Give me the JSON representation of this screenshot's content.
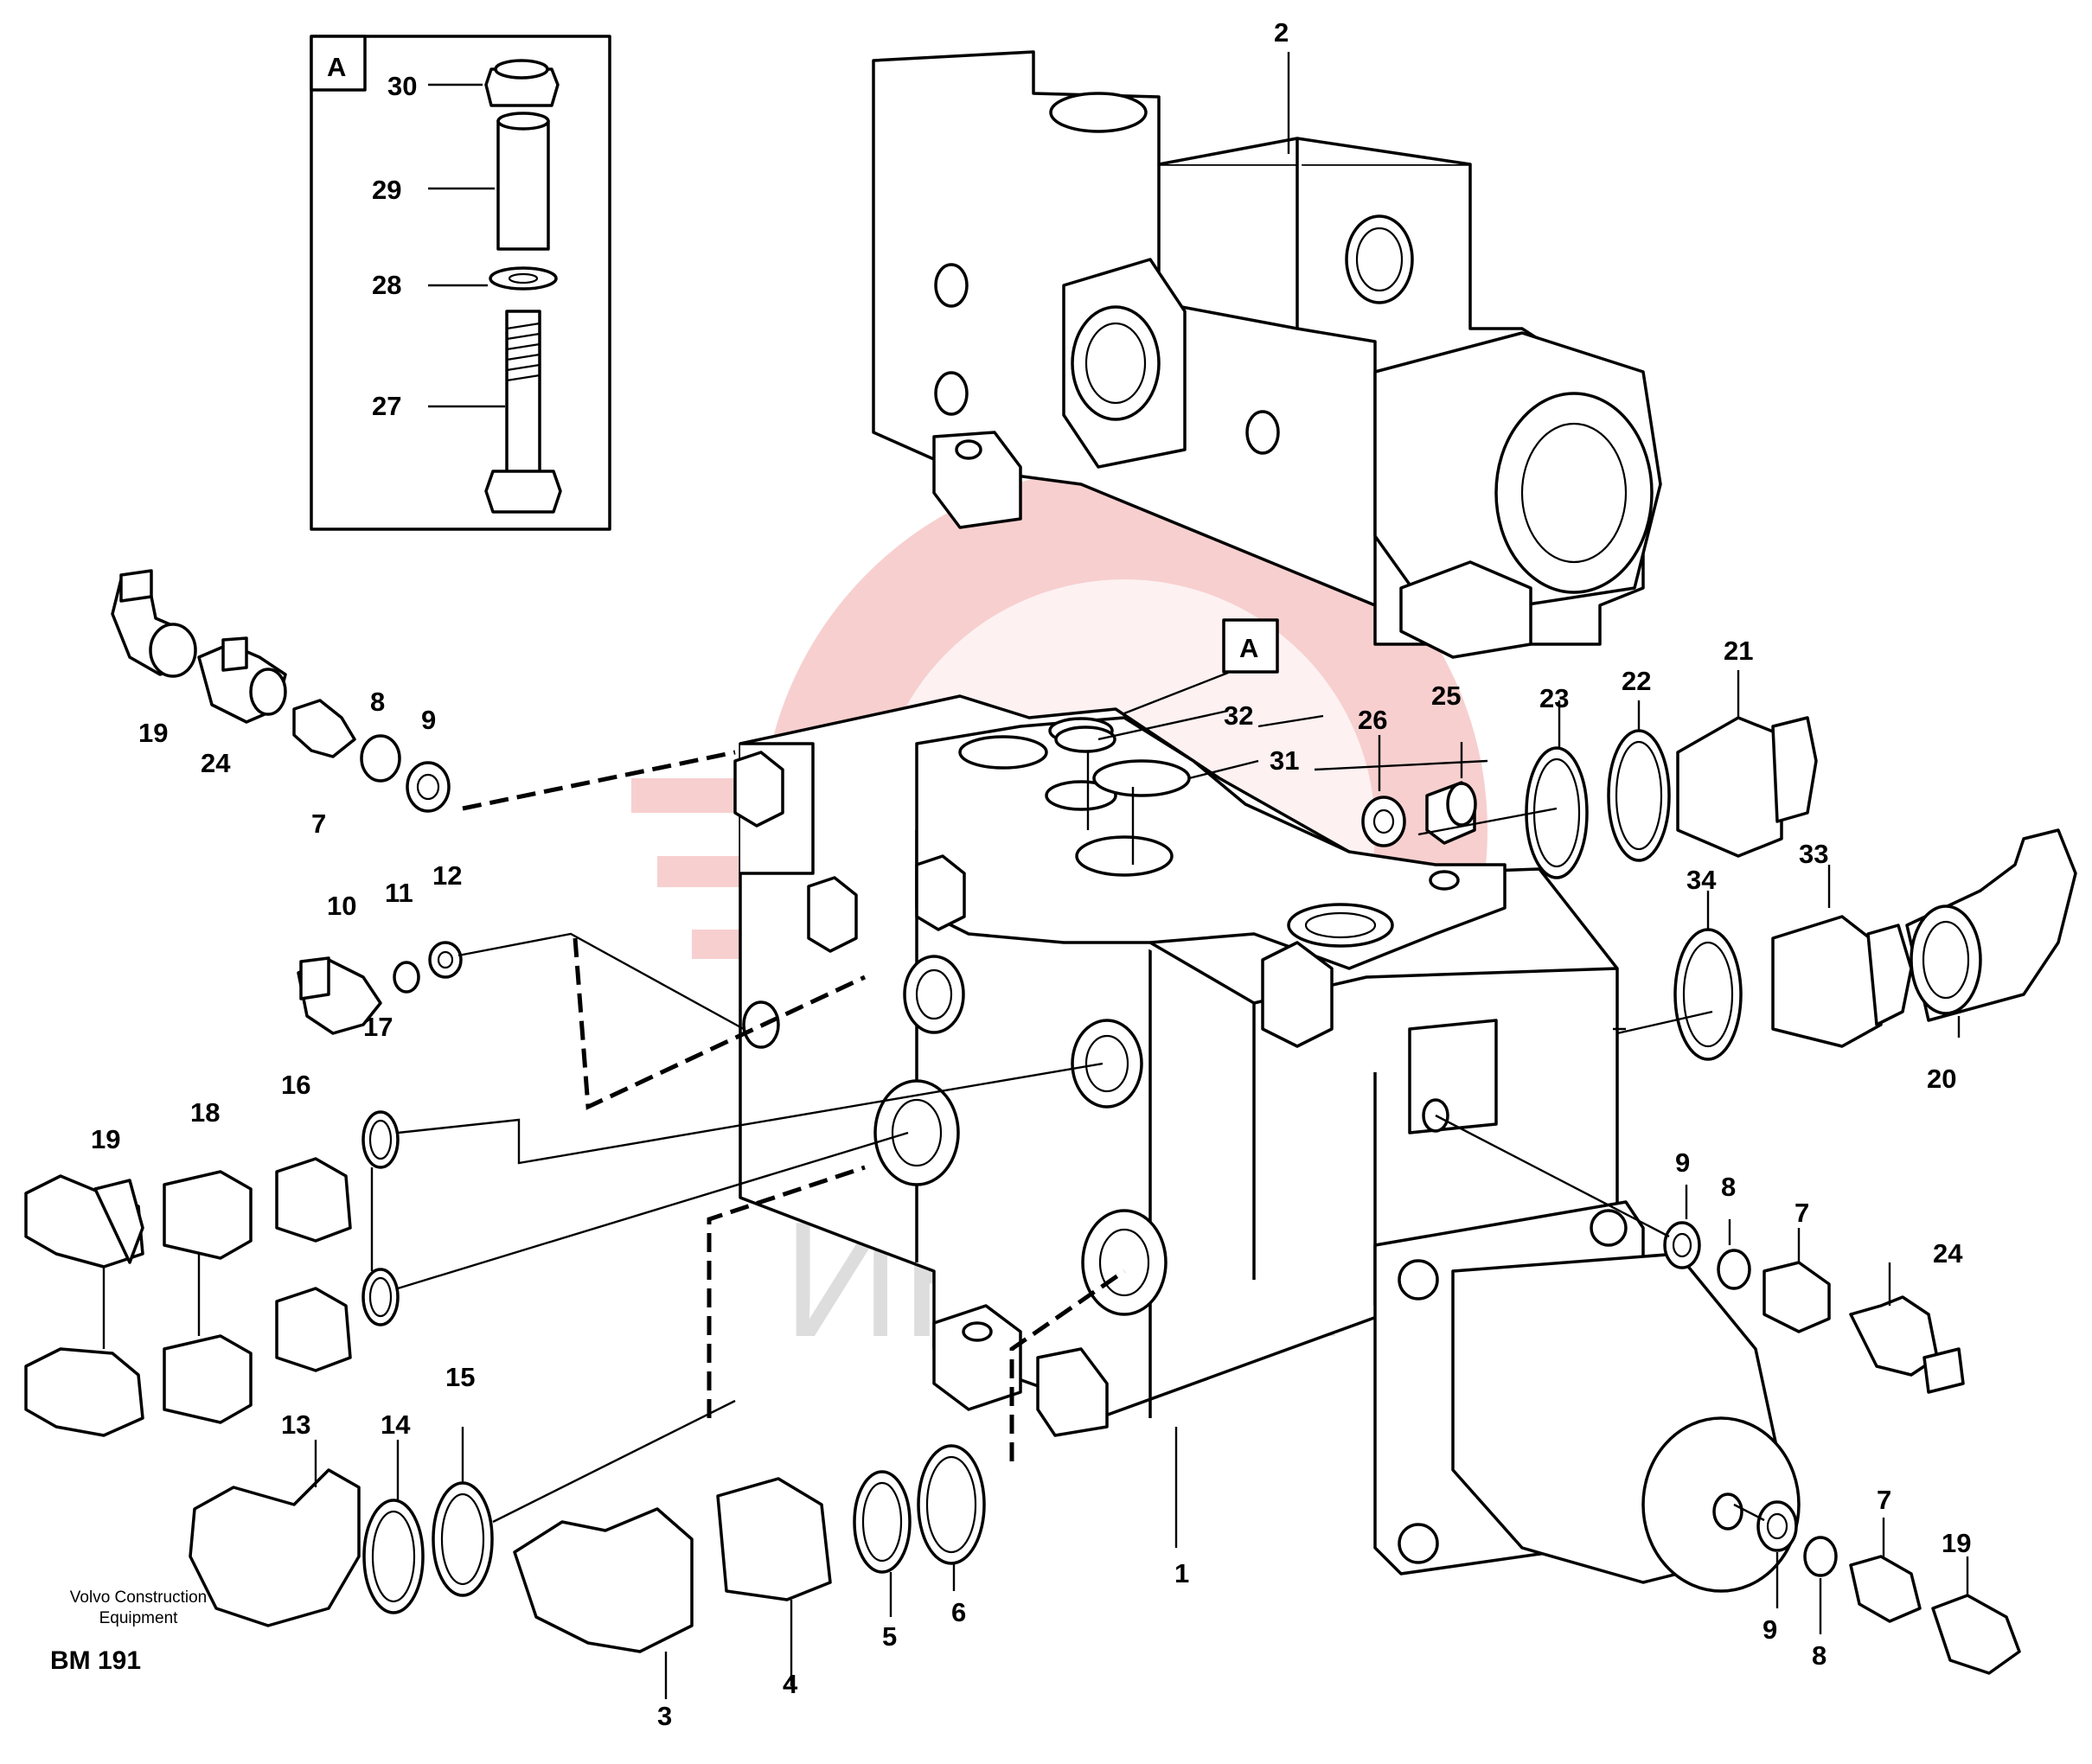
{
  "labels": {
    "l1": "1",
    "l2": "2",
    "l3": "3",
    "l4": "4",
    "l5": "5",
    "l6": "6",
    "l7a": "7",
    "l7b": "7",
    "l7c": "7",
    "l8a": "8",
    "l8b": "8",
    "l8c": "8",
    "l9a": "9",
    "l9b": "9",
    "l9c": "9",
    "l10": "10",
    "l11": "11",
    "l12": "12",
    "l13": "13",
    "l14": "14",
    "l15": "15",
    "l16": "16",
    "l17": "17",
    "l18": "18",
    "l19a": "19",
    "l19b": "19",
    "l19c": "19",
    "l20": "20",
    "l21": "21",
    "l22": "22",
    "l23": "23",
    "l24a": "24",
    "l24b": "24",
    "l25": "25",
    "l26": "26",
    "l27": "27",
    "l28": "28",
    "l29": "29",
    "l30": "30",
    "l31": "31",
    "l32": "32",
    "l33": "33",
    "l34": "34"
  },
  "detail": {
    "inset_tag": "A",
    "body_tag": "A"
  },
  "watermark": {
    "text": "ИНТЕХ",
    "color": "#f1a7a7"
  },
  "footer": {
    "company": "Volvo Construction Equipment",
    "code": "BM 191"
  }
}
